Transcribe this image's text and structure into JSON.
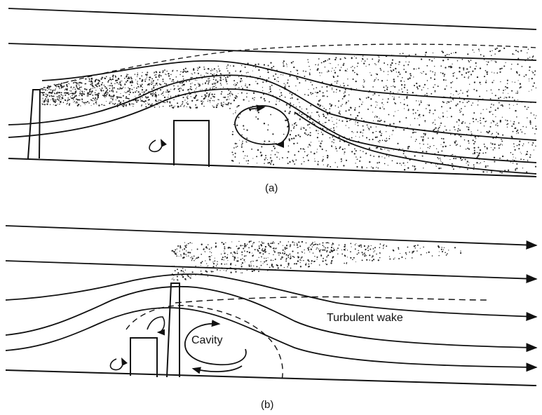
{
  "panel_a": {
    "caption": "(a)"
  },
  "panel_b": {
    "caption": "(b)",
    "cavity_label": "Cavity",
    "wake_label": "Turbulent wake"
  },
  "colors": {
    "ink": "#111111",
    "background": "#ffffff"
  }
}
